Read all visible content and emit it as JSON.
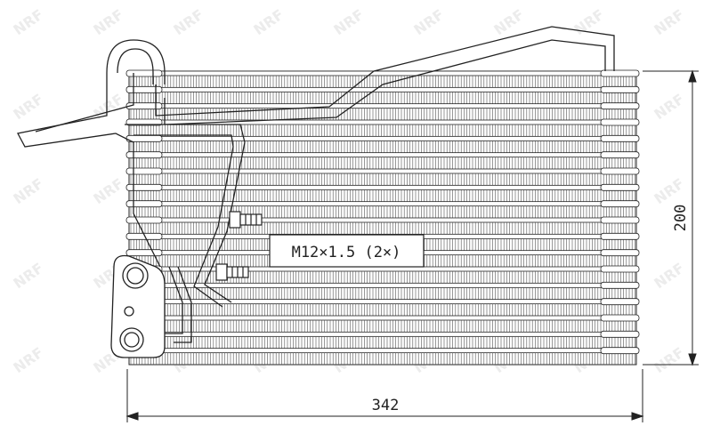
{
  "watermark": "NRF",
  "thread_label": "M12×1.5 (2×)",
  "dimensions": {
    "height": "200",
    "width": "342"
  },
  "colors": {
    "line": "#222222",
    "watermark": "#ececec"
  }
}
